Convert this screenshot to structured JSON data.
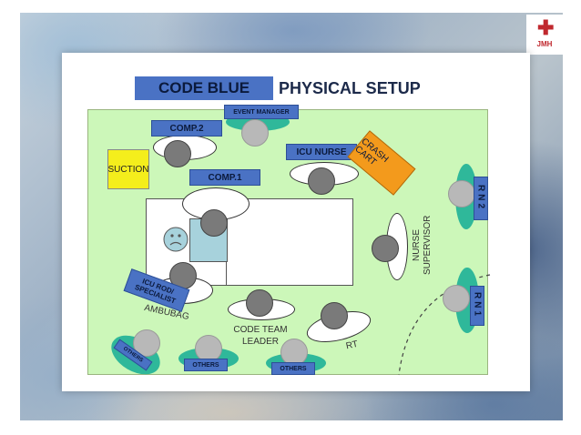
{
  "logo": {
    "text": "JMH"
  },
  "title": {
    "highlight": "CODE BLUE",
    "rest": "PHYSICAL SETUP"
  },
  "labels": {
    "event_manager": "EVENT MANAGER",
    "comp2": "COMP.2",
    "suction": "SUCTION",
    "comp1": "COMP.1",
    "icu_nurse": "ICU NURSE",
    "crash_cart": "CRASH CART",
    "rn2": "RN2",
    "rn1": "RN1",
    "nurse_supervisor": "NURSE SUPERVISOR",
    "icu_rod": "ICU ROD/ SPECIALIST",
    "ambubag": "AMBUBAG",
    "code_team_leader": "CODE TEAM LEADER",
    "rt": "RT",
    "others_left": "OTHERS",
    "others_right": "OTHERS",
    "corner": "OTHERS"
  },
  "colors": {
    "label_blue": "#4a72c4",
    "room_green": "#ccf7b9",
    "crash_cart_orange": "#f39a1c",
    "suction_yellow": "#f4ee1c",
    "teal": "#2fb89a"
  }
}
